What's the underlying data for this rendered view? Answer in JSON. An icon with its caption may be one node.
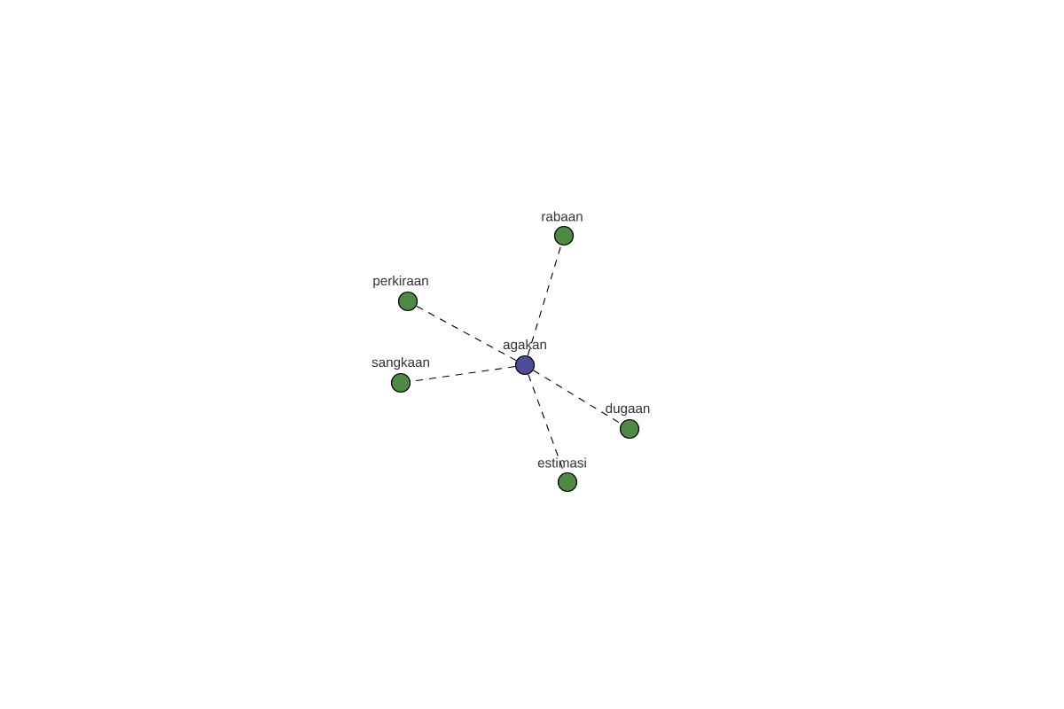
{
  "diagram": {
    "nodes": [
      {
        "text": [
          "rabaan"
        ]
      },
      {
        "text": [
          "perkiraan"
        ]
      },
      {
        "text": [
          "agakan"
        ]
      },
      {
        "text": [
          "sangkaan"
        ]
      },
      {
        "text": [
          "dugaan"
        ]
      },
      {
        "text": [
          "estimasi"
        ]
      }
    ],
    "edges": [
      {
        "from": 2,
        "to": 0,
        "arrow": "none",
        "style": "dashed"
      },
      {
        "from": 2,
        "to": 1,
        "arrow": "none",
        "style": "dashed"
      },
      {
        "from": 2,
        "to": 3,
        "arrow": "none",
        "style": "dashed"
      },
      {
        "from": 2,
        "to": 4,
        "arrow": "none",
        "style": "dashed"
      },
      {
        "from": 2,
        "to": 5,
        "arrow": "none",
        "style": "dashed"
      }
    ]
  }
}
